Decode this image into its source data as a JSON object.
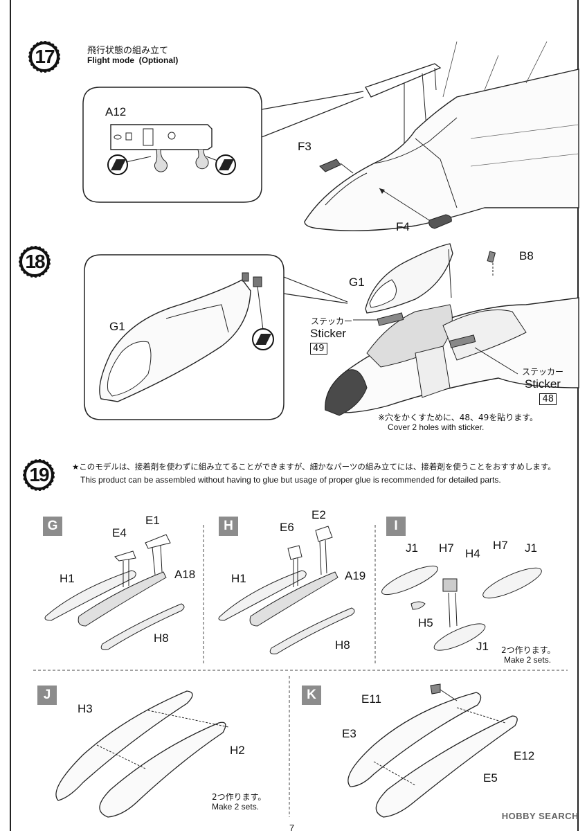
{
  "page_number": "7",
  "step17": {
    "number": "17",
    "title_jp": "飛行状態の組み立て",
    "title_en": "Flight mode",
    "title_optional": "(Optional)",
    "labels": {
      "a12": "A12",
      "f3": "F3",
      "f4": "F4"
    }
  },
  "step18": {
    "number": "18",
    "labels": {
      "g1_left": "G1",
      "g1_right": "G1",
      "b8": "B8"
    },
    "sticker_left": {
      "jp": "ステッカー",
      "en": "Sticker",
      "num": "49"
    },
    "sticker_right": {
      "jp": "ステッカー",
      "en": "Sticker",
      "num": "48"
    },
    "note_jp": "※穴をかくすために、48、49を貼ります。",
    "note_en": "Cover 2 holes with sticker."
  },
  "step19": {
    "number": "19",
    "note_jp": "★このモデルは、接着剤を使わずに組み立てることができますが、細かなパーツの組み立てには、接着剤を使うことをおすすめします。",
    "note_en": "This product can be assembled without having to glue but usage of proper glue is recommended for detailed parts."
  },
  "panel_g": {
    "badge": "G",
    "e1": "E1",
    "e4": "E4",
    "h1": "H1",
    "a18": "A18",
    "h8": "H8"
  },
  "panel_h": {
    "badge": "H",
    "e2": "E2",
    "e6": "E6",
    "h1": "H1",
    "a19": "A19",
    "h8": "H8"
  },
  "panel_i": {
    "badge": "I",
    "j1a": "J1",
    "h7a": "H7",
    "h4": "H4",
    "h7b": "H7",
    "j1b": "J1",
    "h5": "H5",
    "j1c": "J1",
    "note_jp": "2つ作ります。",
    "note_en": "Make 2 sets."
  },
  "panel_j": {
    "badge": "J",
    "h3": "H3",
    "h2": "H2",
    "note_jp": "2つ作ります。",
    "note_en": "Make 2 sets."
  },
  "panel_k": {
    "badge": "K",
    "e11": "E11",
    "e3": "E3",
    "e12": "E12",
    "e5": "E5"
  },
  "watermark": "HOBBY SEARCH"
}
